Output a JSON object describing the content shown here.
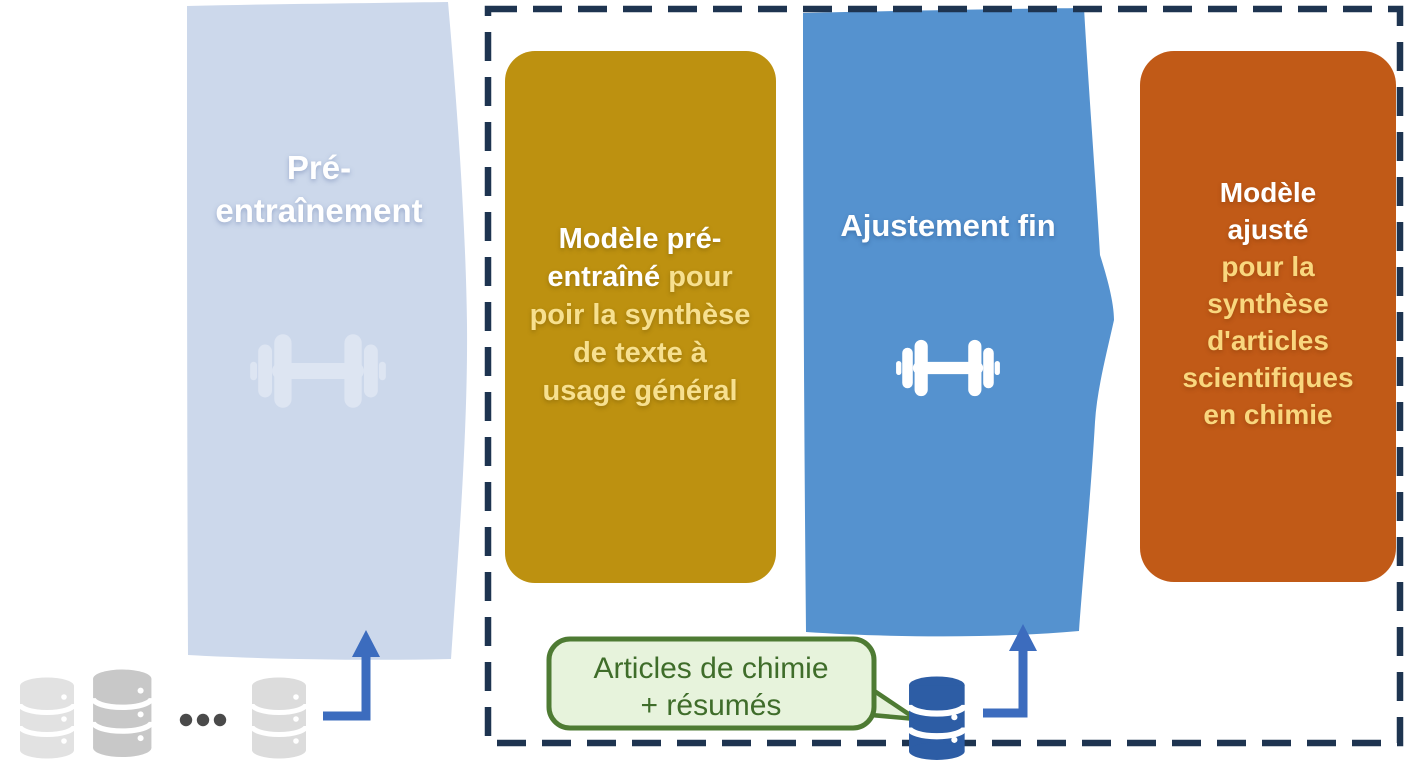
{
  "pretrain_block": {
    "line1": "Pré-",
    "line2": "entraînement"
  },
  "pretrained_model_block": {
    "line1": "Modèle pré-",
    "line2_white": "entraîné",
    "line2_yellow": "pour",
    "line3": "poir la synthèse",
    "line4": "de texte à",
    "line5": "usage général"
  },
  "finetune_block": {
    "label": "Ajustement fin"
  },
  "finetuned_model_block": {
    "white_line1": "Modèle",
    "white_line2": "ajusté",
    "yellow_line1": "pour la",
    "yellow_line2": "synthèse",
    "yellow_line3": "d'articles",
    "yellow_line4": "scientifiques",
    "yellow_line5": "en chimie"
  },
  "data_bubble": {
    "line1": "Articles de chimie",
    "line2": "+ résumés"
  },
  "icons": {
    "pretrain_icon": "dumbbell-icon",
    "finetune_icon": "dumbbell-icon",
    "dataset_icon": "database-icon",
    "more_datasets": "ellipsis-dots"
  },
  "colors": {
    "pretrain_fill": "#ccd8eb",
    "pretrain_icon_fill": "#dde5f2",
    "gold_fill": "#bd9110",
    "blue_fill": "#5592cf",
    "orange_fill": "#c15a17",
    "dashed_border": "#1e3450",
    "arrow_blue": "#3c6cbe",
    "gold_yellow_text": "#f7e08f",
    "orange_yellow_text": "#f9d77e",
    "bubble_fill": "#e7f3dc",
    "bubble_border": "#4e7b33",
    "bubble_text": "#3f6d2a",
    "database_blue": "#2d5da5",
    "database_gray_light": "#e2e2e2",
    "database_gray_dark": "#c8c8c8",
    "dots_gray": "#4a4a4a"
  }
}
